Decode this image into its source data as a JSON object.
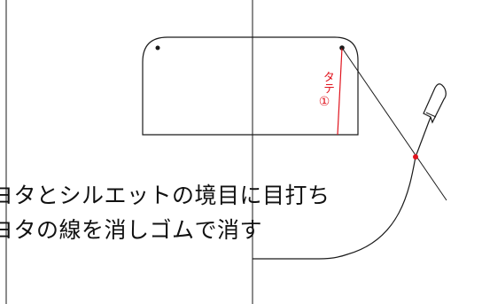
{
  "caption_lines": [
    "ヨタとシルエットの境目に目打ち",
    "ヨタの線を消しゴムで消す"
  ],
  "label": {
    "vertical_text": "タテ",
    "number": "①"
  },
  "colors": {
    "line": "#1a1a1a",
    "accent": "#e0141e",
    "background": "#ffffff"
  },
  "icon": "awl-icon"
}
